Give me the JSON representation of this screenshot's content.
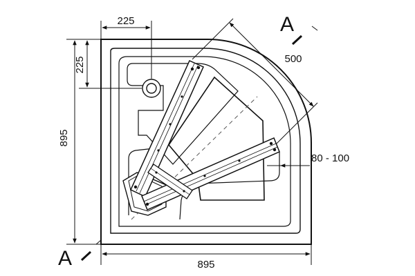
{
  "drawing": {
    "dimensions": {
      "drain_offset_x": "225",
      "drain_offset_y": "225",
      "radius": "500",
      "side_height": "895",
      "side_width": "895",
      "support_offset": "80 - 100"
    },
    "section_marks": {
      "top": "A",
      "bottom": "A"
    },
    "colors": {
      "line": "#111111",
      "fill": "#ffffff",
      "hidden_line": "#555555"
    },
    "icons": {
      "drain": "drain-hole-icon",
      "support_frame": "support-frame-icon"
    }
  }
}
